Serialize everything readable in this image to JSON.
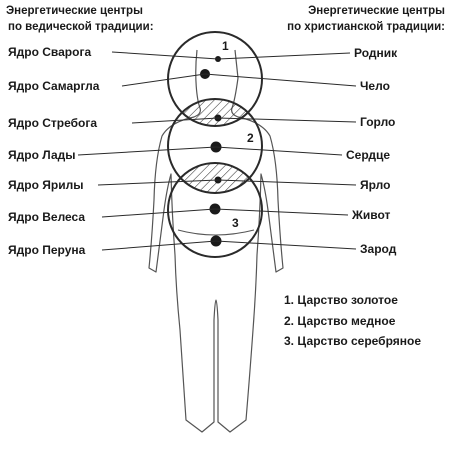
{
  "headers": {
    "left": [
      "Энергетические центры",
      "по ведической традиции:"
    ],
    "right": [
      "Энергетические центры",
      "по христианской традиции:"
    ]
  },
  "left_labels": [
    "Ядро Сварога",
    "Ядро Самаргла",
    "Ядро Стребога",
    "Ядро Лады",
    "Ядро Ярилы",
    "Ядро Велеса",
    "Ядро Перуна"
  ],
  "right_labels": [
    "Родник",
    "Чело",
    "Горло",
    "Сердце",
    "Ярло",
    "Живот",
    "Зарод"
  ],
  "circle_numbers": [
    "1",
    "2",
    "3"
  ],
  "legend": [
    "1. Царство золотое",
    "2. Царство медное",
    "3. Царство серебряное"
  ]
}
